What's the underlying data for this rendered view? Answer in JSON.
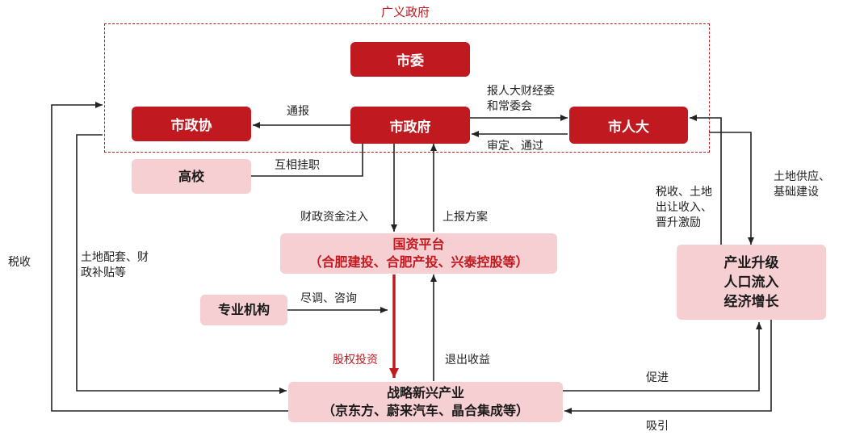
{
  "title": "广义政府",
  "boxes": {
    "shiwei": "市委",
    "shizhengxie": "市政协",
    "shizhengfu": "市政府",
    "shirenda": "市人大",
    "gaoxiao": "高校",
    "guozi_line1": "国资平台",
    "guozi_line2": "（合肥建投、合肥产投、兴泰控股等）",
    "zhuanye": "专业机构",
    "zhanlue_line1": "战略新兴产业",
    "zhanlue_line2": "（京东方、蔚来汽车、晶合集成等）",
    "chanye_line1": "产业升级",
    "chanye_line2": "人口流入",
    "chanye_line3": "经济增长"
  },
  "labels": {
    "tongbao": "通报",
    "baorenda_line1": "报人大财经委",
    "baorenda_line2": "和常委会",
    "shending": "审定、通过",
    "huxiang": "互相挂职",
    "caizheng": "财政资金注入",
    "shangbao": "上报方案",
    "jindiao": "尽调、咨询",
    "guquan": "股权投资",
    "tuichu": "退出收益",
    "cujin": "促进",
    "xiyin": "吸引",
    "shuishou": "税收",
    "tudi_line1": "土地配套、财",
    "tudi_line2": "政补贴等",
    "shuishou_tudi_line1": "税收、土地",
    "shuishou_tudi_line2": "出让收入、",
    "shuishou_tudi_line3": "晋升激励",
    "gongying_line1": "土地供应、",
    "gongying_line2": "基础建设"
  },
  "colors": {
    "accent": "#c0191f",
    "pink": "#f6cfd2",
    "line": "#222222"
  }
}
